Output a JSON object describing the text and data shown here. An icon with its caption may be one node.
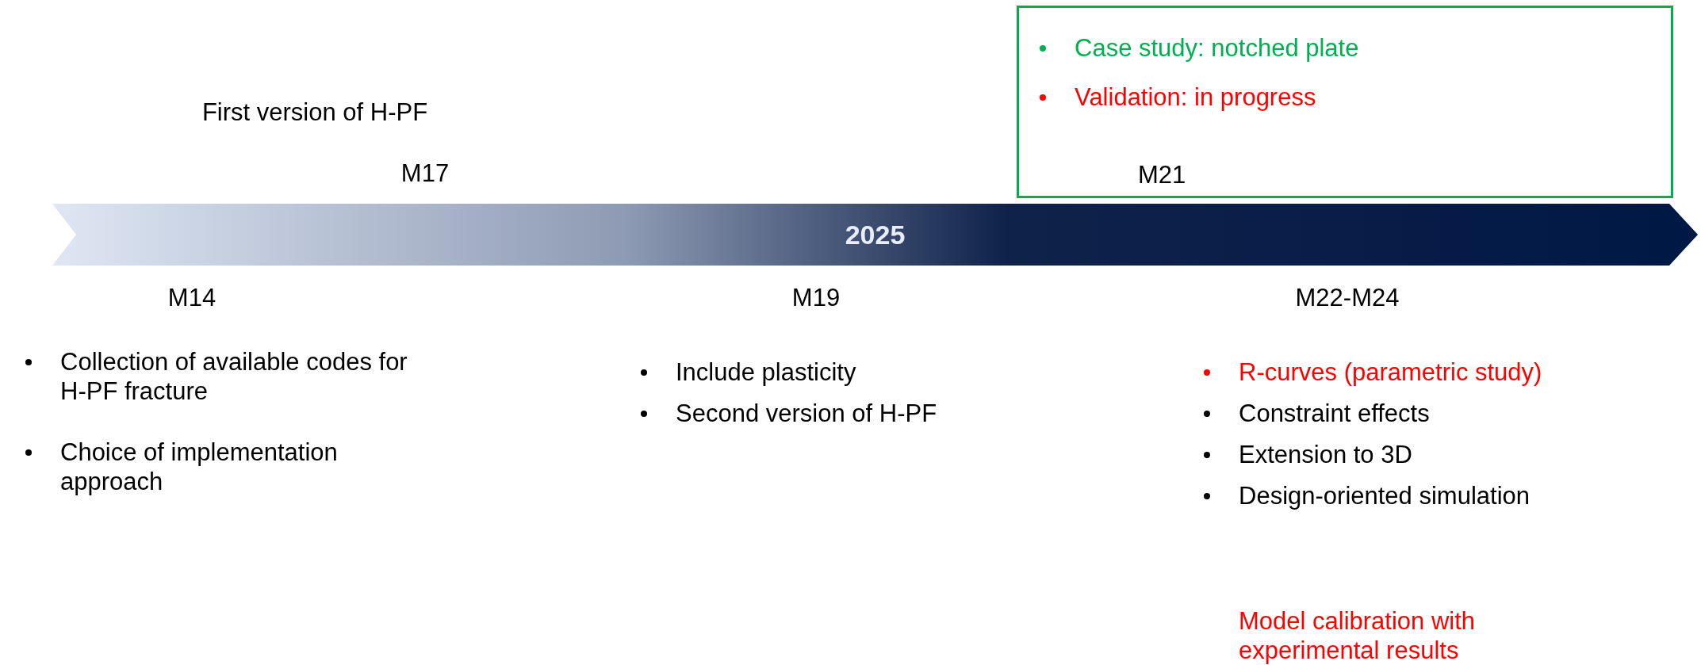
{
  "diagram": {
    "nodes": [
      {
        "text": [
          "2025"
        ]
      },
      {
        "text": [
          "Case study: notched plate",
          "Validation: in progress",
          "M21"
        ]
      }
    ],
    "edges": [],
    "labels": [
      "First version of H-PF",
      "M17",
      "M14",
      "M19",
      "M22-M24",
      "Collection of available codes for H-PF fracture",
      "Choice of implementation approach",
      "Include plasticity",
      "Second version of H-PF",
      "R-curves (parametric study)",
      "Constraint effects",
      "Extension to 3D",
      "Design-oriented simulation",
      "Model calibration with experimental results"
    ]
  }
}
